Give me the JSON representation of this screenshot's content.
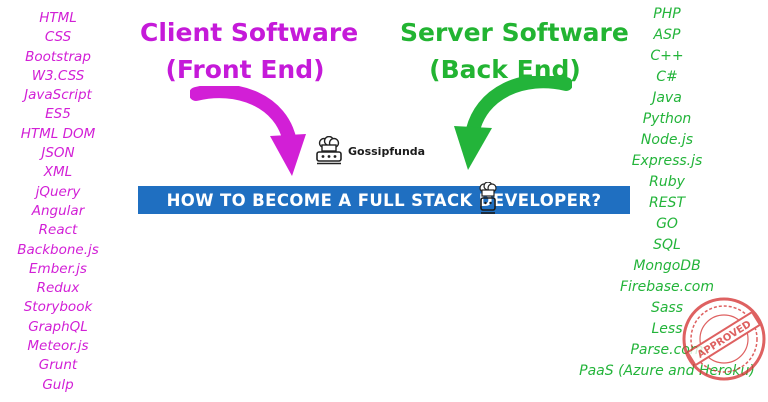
{
  "left_list": [
    "HTML",
    "CSS",
    "Bootstrap",
    "W3.CSS",
    "JavaScript",
    "ES5",
    "HTML DOM",
    "JSON",
    "XML",
    "jQuery",
    "Angular",
    "React",
    "Backbone.js",
    "Ember.js",
    "Redux",
    "Storybook",
    "GraphQL",
    "Meteor.js",
    "Grunt",
    "Gulp"
  ],
  "right_list": [
    "PHP",
    "ASP",
    "C++",
    "C#",
    "Java",
    "Python",
    "Node.js",
    "Express.js",
    "Ruby",
    "REST",
    "GO",
    "SQL",
    "MongoDB",
    "Firebase.com",
    "Sass",
    "Less",
    "Parse.com",
    "PaaS (Azure and Heroku)"
  ],
  "client_heading": {
    "line1": "Client Software",
    "line2": "(Front End)"
  },
  "server_heading": {
    "line1": "Server Software",
    "line2": "(Back End)"
  },
  "brand": {
    "name": "Gossipfunda"
  },
  "banner": {
    "title": "HOW TO BECOME A FULL STACK DEVELOPER?"
  },
  "stamp": {
    "text": "APPROVED"
  },
  "colors": {
    "front_end": "#d21fd6",
    "back_end": "#23b43a",
    "banner_bg": "#1f6fc1",
    "stamp": "#d63a3a"
  },
  "icons": {
    "left_arrow": "curved-arrow-down-right-icon",
    "right_arrow": "curved-arrow-down-left-icon",
    "brand_logo": "chef-hat-logo-icon",
    "stamp": "approval-stamp-icon"
  }
}
